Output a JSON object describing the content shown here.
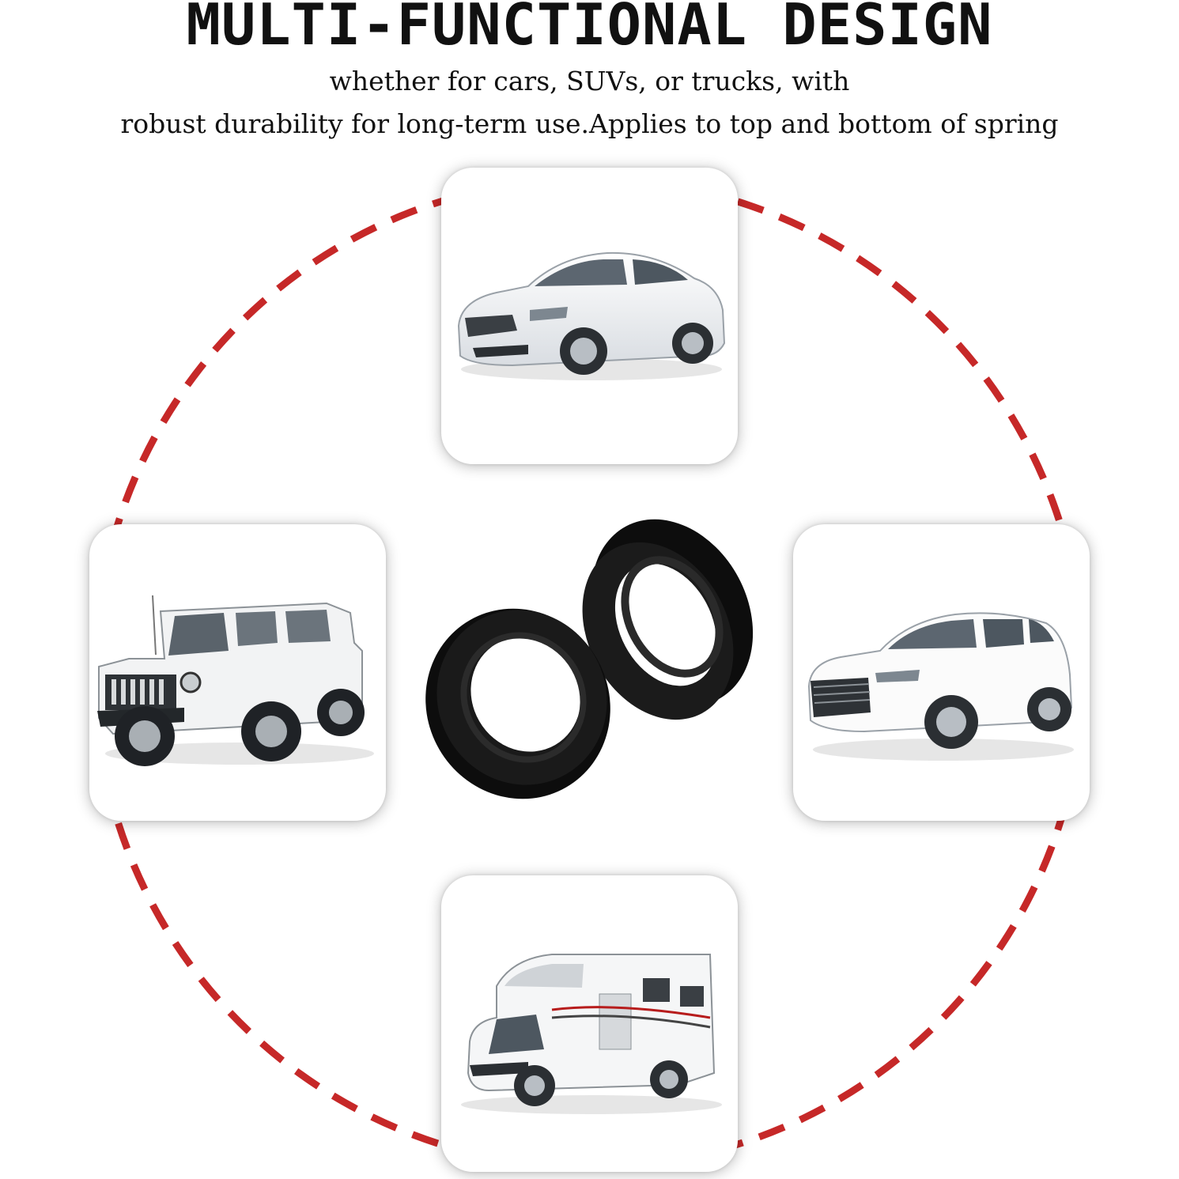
{
  "heading": {
    "title": "MULTI-FUNCTIONAL DESIGN",
    "subtitle_line1": "whether for cars, SUVs, or trucks, with",
    "subtitle_line2": "robust durability for long-term use.Applies to top and bottom of spring"
  },
  "vehicles": [
    {
      "icon": "sedan-car-icon"
    },
    {
      "icon": "offroad-suv-icon"
    },
    {
      "icon": "crossover-suv-icon"
    },
    {
      "icon": "motorhome-rv-icon"
    }
  ],
  "product": {
    "icon": "coil-spring-spacer-icon"
  },
  "colors": {
    "dash_circle": "#c62828",
    "spacer": "#0d0d0d",
    "card_bg": "#ffffff"
  }
}
